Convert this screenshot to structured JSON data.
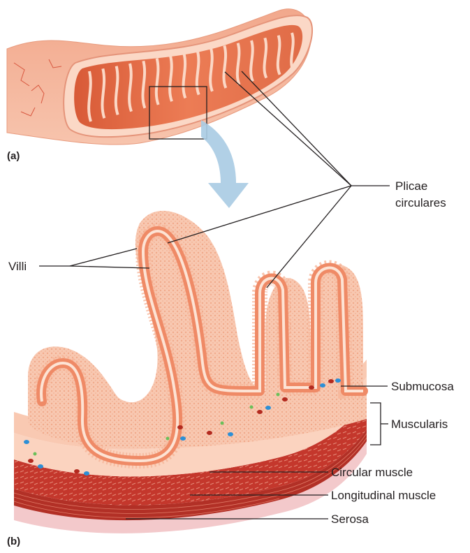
{
  "panels": {
    "a": "(a)",
    "b": "(b)"
  },
  "labels": {
    "plicae_line1": "Plicae",
    "plicae_line2": "circulares",
    "villi": "Villi",
    "submucosa": "Submucosa",
    "muscularis": "Muscularis",
    "circular_muscle": "Circular muscle",
    "longitudinal_muscle": "Longitudinal muscle",
    "serosa": "Serosa"
  },
  "colors": {
    "tissue_pink": "#f5a889",
    "tissue_light": "#fbd3bf",
    "mucosa_salmon": "#ef8a66",
    "lumen_orange": "#e36a45",
    "muscle_red": "#c7352b",
    "muscle_dark": "#a62a22",
    "serosa_pink": "#f3c9cb",
    "arrow_blue": "#a9cbe3",
    "cell_blue": "#2c8fd6",
    "cell_green": "#6bbf59",
    "cell_red": "#b32a1f"
  }
}
